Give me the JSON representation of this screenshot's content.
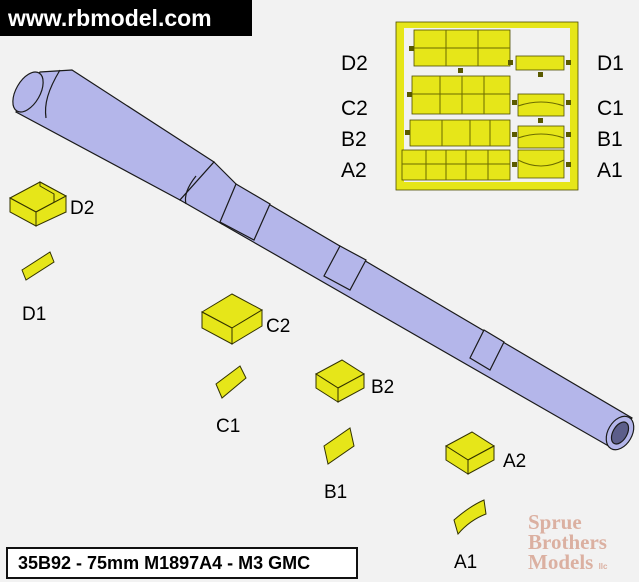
{
  "site": {
    "banner": "www.rbmodel.com"
  },
  "product": {
    "title": "35B92 - 75mm M1897A4 - M3 GMC"
  },
  "fret": {
    "left_labels": [
      "D2",
      "C2",
      "B2",
      "A2"
    ],
    "right_labels": [
      "D1",
      "C1",
      "B1",
      "A1"
    ]
  },
  "parts": {
    "d2": "D2",
    "d1": "D1",
    "c2": "C2",
    "c1": "C1",
    "b2": "B2",
    "b1": "B1",
    "a2": "A2",
    "a1": "A1"
  },
  "watermark": {
    "line1": "Sprue",
    "line2": "Brothers",
    "line3": "Models",
    "suffix": "llc"
  },
  "colors": {
    "brass": "#e6e619",
    "barrel": "#b4b6ea",
    "background": "#f2f2f2"
  }
}
